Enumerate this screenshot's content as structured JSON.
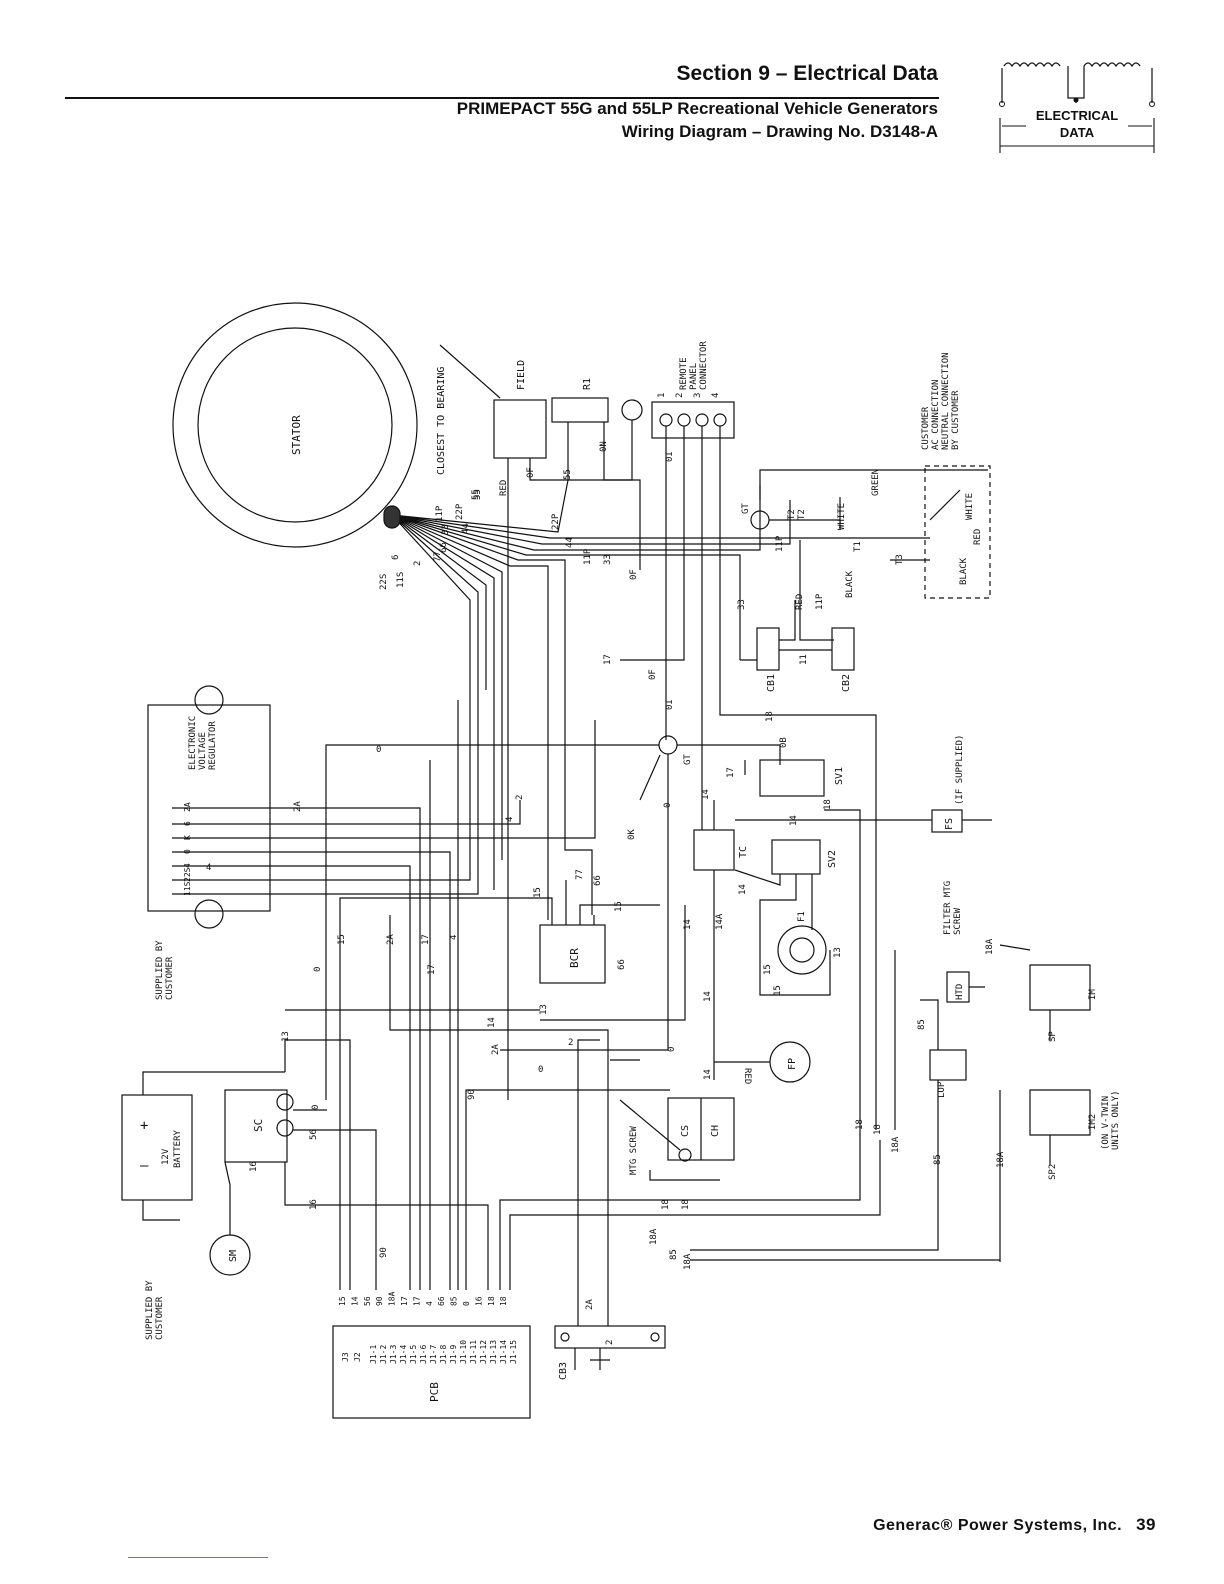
{
  "header": {
    "section": "Section 9 – Electrical Data",
    "subtitle_line1": "PRIMEPACT 55G and 55LP Recreational Vehicle Generators",
    "subtitle_line2": "Wiring Diagram – Drawing No. D3148-A"
  },
  "badge": {
    "line1": "ELECTRICAL",
    "line2": "DATA"
  },
  "footer": {
    "company": "Generac® Power Systems, Inc.",
    "page": "39"
  },
  "diagram": {
    "components": {
      "stator": "STATOR",
      "field": "FIELD",
      "closest_to_bearing": "CLOSEST TO BEARING",
      "r1": "R1",
      "remote_panel": [
        "REMOTE",
        "PANEL",
        "CONNECTOR"
      ],
      "remote_pins": [
        "1",
        "2",
        "3",
        "4"
      ],
      "customer": [
        "CUSTOMER",
        "AC CONNECTION",
        "NEUTRAL CONNECTION",
        "BY CUSTOMER"
      ],
      "evr": [
        "ELECTRONIC",
        "VOLTAGE",
        "REGULATOR"
      ],
      "evr_pins": [
        "2A",
        "6",
        "K",
        "0",
        "4",
        "22S",
        "11S"
      ],
      "cb1": "CB1",
      "cb2": "CB2",
      "gt": "GT",
      "sv1": "SV1",
      "sv2": "SV2",
      "tc": "TC",
      "fs": "FS",
      "fs_note": "(IF SUPPLIED)",
      "bcr": "BCR",
      "f1": "F1",
      "filter_mtg": [
        "FILTER MTG",
        "SCREW"
      ],
      "htd": "HTD",
      "im": "IM",
      "sp": "SP",
      "im2": "IM2",
      "im2_note": [
        "(ON V-TWIN",
        "UNITS ONLY)"
      ],
      "sp2": "SP2",
      "lop": "LOP",
      "fp": "FP",
      "red": "RED",
      "cs": "CS",
      "ch": "CH",
      "mtg_screw": "MTG SCREW",
      "sc": "SC",
      "battery": [
        "12V",
        "BATTERY"
      ],
      "sm": "SM",
      "supplied_by_customer": [
        "SUPPLIED BY",
        "CUSTOMER"
      ],
      "pcb": "PCB",
      "cb3": "CB3",
      "j3": "J3",
      "j2": "J2",
      "j1_pins": [
        "J1-1",
        "J1-2",
        "J1-3",
        "J1-4",
        "J1-5",
        "J1-6",
        "J1-7",
        "J1-8",
        "J1-9",
        "J1-10",
        "J1-11",
        "J1-12",
        "J1-13",
        "J1-14",
        "J1-15"
      ],
      "pcb_wires": [
        "15",
        "14",
        "56",
        "90",
        "18A",
        "17",
        "17",
        "4",
        "66",
        "85",
        "0",
        "16",
        "18",
        "18"
      ]
    },
    "wire_labels": {
      "stator_leads": [
        "22S",
        "11S",
        "6",
        "2",
        "77",
        "66",
        "33",
        "11P",
        "22P",
        "44",
        "55"
      ],
      "w0": "0",
      "w2": "2",
      "w2a": "2A",
      "w4": "4",
      "w13": "13",
      "w14": "14",
      "w14a": "14A",
      "w15": "15",
      "w16": "16",
      "w17": "17",
      "w18": "18",
      "w18a": "18A",
      "w33": "33",
      "w44": "44",
      "w55": "55",
      "w56": "56",
      "w66": "66",
      "w77": "77",
      "w85": "85",
      "w90": "90",
      "w11": "11",
      "w11p": "11P",
      "w22p": "22P",
      "w0f": "0F",
      "w0i": "0I",
      "w0k": "0K",
      "w0n": "0N",
      "w0b": "0B",
      "w_red": "RED",
      "w_black": "BLACK",
      "w_white": "WHITE",
      "w_green": "GREEN",
      "t1": "T1",
      "t2": "T2",
      "t3": "T3",
      "plus": "+",
      "minus": "–"
    }
  }
}
